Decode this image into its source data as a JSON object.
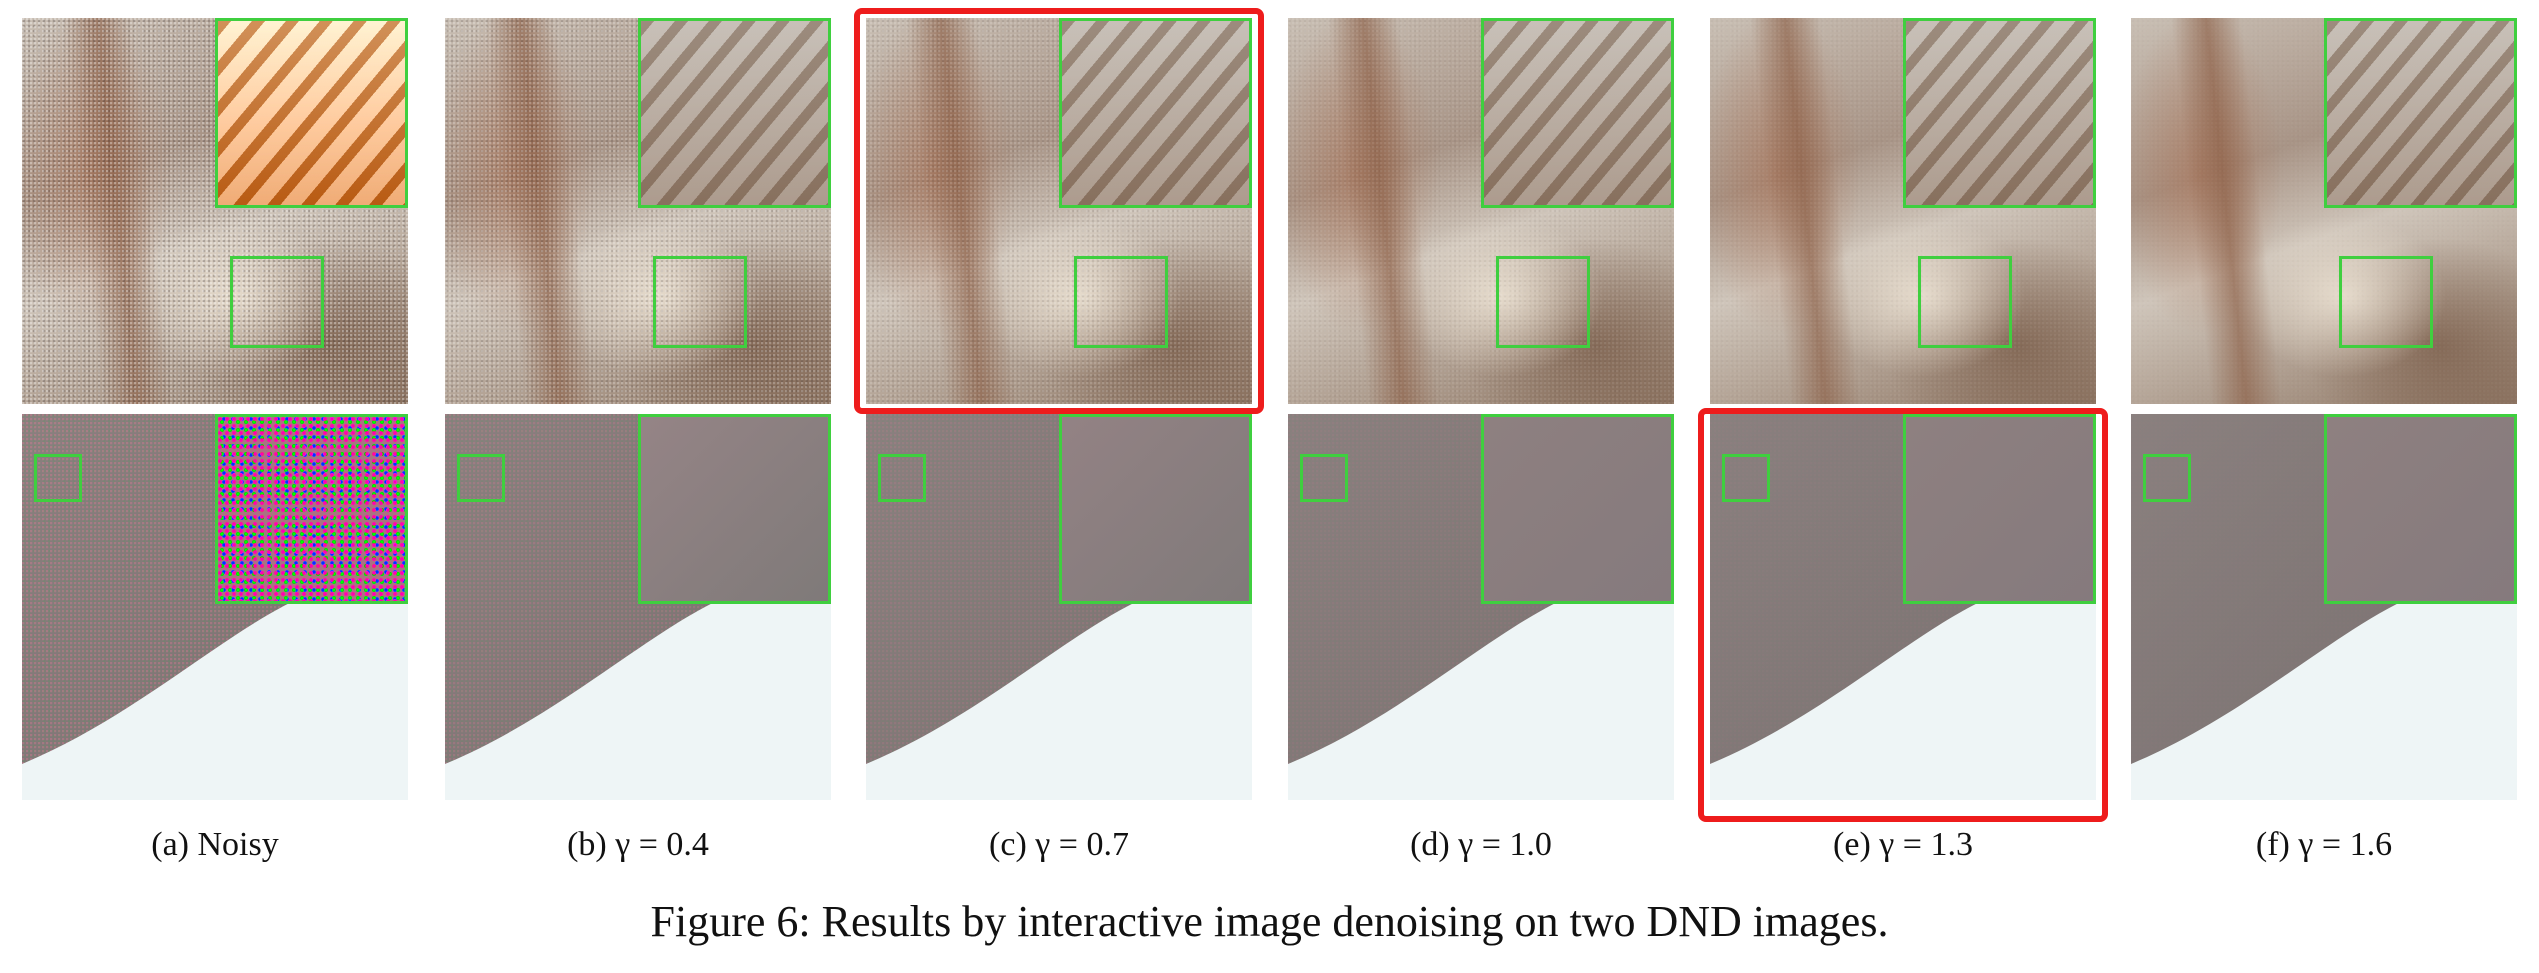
{
  "panels": [
    {
      "caption": "(a) Noisy"
    },
    {
      "caption": "(b) γ = 0.4"
    },
    {
      "caption": "(c) γ = 0.7"
    },
    {
      "caption": "(d) γ = 1.0"
    },
    {
      "caption": "(e) γ = 1.3"
    },
    {
      "caption": "(f) γ = 1.6"
    }
  ],
  "figure_caption": "Figure 6: Results by interactive image denoising on two DND images.",
  "colors": {
    "zoom_box": "#3fcf3f",
    "highlight": "#ee1c1c"
  }
}
